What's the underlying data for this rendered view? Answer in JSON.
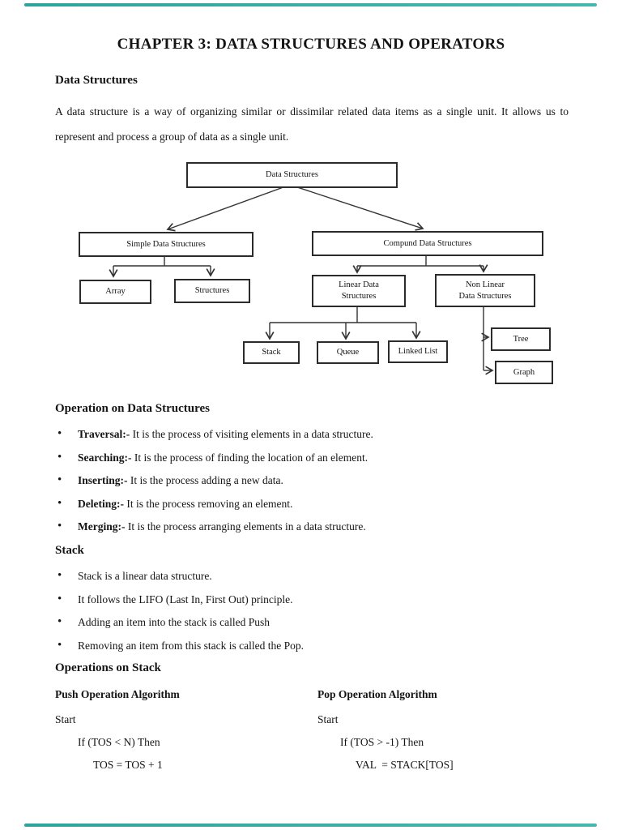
{
  "accent_color": "#38aca4",
  "title": "CHAPTER 3: DATA STRUCTURES AND OPERATORS",
  "intro": {
    "heading": "Data Structures",
    "paragraph": "A data structure is a way of organizing similar or dissimilar related data items as a single unit. It allows us to represent and process a group of data as a single unit."
  },
  "diagram": {
    "nodes": {
      "root": "Data Structures",
      "simple": "Simple Data Structures",
      "compund": "Compund Data Structures",
      "array": "Array",
      "structures": "Structures",
      "linear": "Linear Data\nStructures",
      "nonlinear": "Non Linear\nData Structures",
      "stack": "Stack",
      "queue": "Queue",
      "linked": "Linked List",
      "tree": "Tree",
      "graph": "Graph"
    }
  },
  "operations": {
    "heading": "Operation on Data Structures",
    "items": [
      {
        "term": "Traversal:-",
        "rest": " It is the process of visiting elements in a data structure."
      },
      {
        "term": "Searching:-",
        "rest": " It is the process of finding the location of an element."
      },
      {
        "term": "Inserting:-",
        "rest": " It is the process adding a new data."
      },
      {
        "term": "Deleting:-",
        "rest": " It is the process removing an element."
      },
      {
        "term": "Merging:-",
        "rest": " It is the process arranging elements in a data structure."
      }
    ]
  },
  "stack_section": {
    "heading": "Stack",
    "items": [
      "Stack is a linear data structure.",
      "It follows the LIFO (Last In, First Out) principle.",
      "Adding an item into the stack is called Push",
      "Removing an item from this stack is called the Pop."
    ]
  },
  "stack_ops": {
    "heading": "Operations on Stack",
    "push": {
      "heading": "Push Operation Algorithm",
      "line1": "Start",
      "line2": "If (TOS < N) Then",
      "line3": "TOS = TOS + 1"
    },
    "pop": {
      "heading": "Pop Operation Algorithm",
      "line1": "Start",
      "line2": "If (TOS > -1) Then",
      "line3": "VAL  = STACK[TOS]"
    }
  }
}
